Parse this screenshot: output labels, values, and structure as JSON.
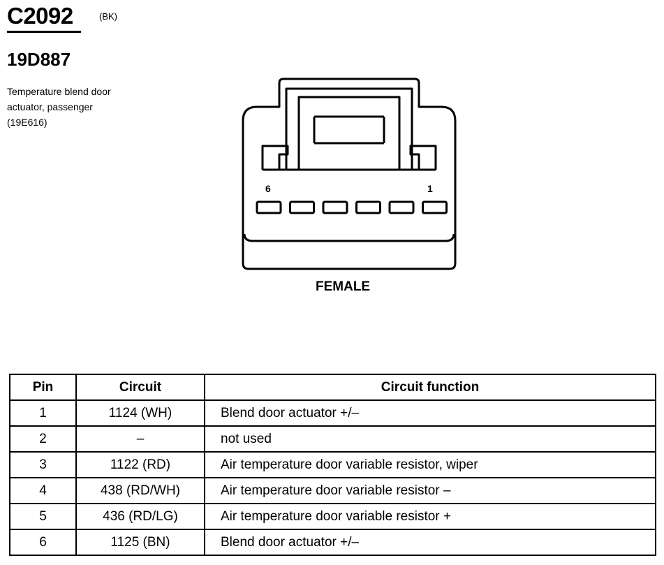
{
  "header": {
    "connector_id": "C2092",
    "connector_color": "(BK)",
    "part_number": "19D887",
    "description": "Temperature blend door actuator, passenger (19E616)"
  },
  "diagram": {
    "pin_left_label": "6",
    "pin_right_label": "1",
    "gender_label": "FEMALE",
    "cavity_count": 6
  },
  "table": {
    "headers": {
      "pin": "Pin",
      "circuit": "Circuit",
      "function": "Circuit function"
    },
    "rows": [
      {
        "pin": "1",
        "circuit": "1124 (WH)",
        "function": "Blend door actuator +/–"
      },
      {
        "pin": "2",
        "circuit": "–",
        "function": "not used"
      },
      {
        "pin": "3",
        "circuit": "1122 (RD)",
        "function": "Air temperature door variable resistor, wiper"
      },
      {
        "pin": "4",
        "circuit": "438 (RD/WH)",
        "function": "Air temperature door variable resistor –"
      },
      {
        "pin": "5",
        "circuit": "436 (RD/LG)",
        "function": "Air temperature door variable resistor +"
      },
      {
        "pin": "6",
        "circuit": "1125 (BN)",
        "function": "Blend door actuator +/–"
      }
    ]
  }
}
